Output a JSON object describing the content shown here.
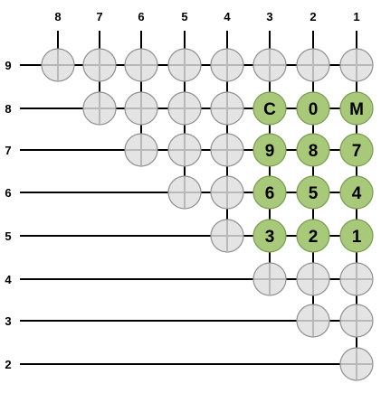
{
  "column_labels": [
    "8",
    "7",
    "6",
    "5",
    "4",
    "3",
    "2",
    "1"
  ],
  "row_labels": [
    "9",
    "8",
    "7",
    "6",
    "5",
    "4",
    "3",
    "2"
  ],
  "colors": {
    "line": "#000000",
    "cross": "#b8b8b8",
    "node_fill": "#e4e4e4",
    "node_stroke": "#8f8f8f",
    "key_fill": "#a9c97a",
    "key_stroke": "#7a9a50"
  },
  "rows": [
    {
      "label": "9",
      "nodes": [
        {
          "col": "8"
        },
        {
          "col": "7"
        },
        {
          "col": "6"
        },
        {
          "col": "5"
        },
        {
          "col": "4"
        },
        {
          "col": "3"
        },
        {
          "col": "2"
        },
        {
          "col": "1"
        }
      ]
    },
    {
      "label": "8",
      "nodes": [
        {
          "col": "7"
        },
        {
          "col": "6"
        },
        {
          "col": "5"
        },
        {
          "col": "4"
        },
        {
          "col": "3",
          "key": "C"
        },
        {
          "col": "2",
          "key": "0"
        },
        {
          "col": "1",
          "key": "M"
        }
      ]
    },
    {
      "label": "7",
      "nodes": [
        {
          "col": "6"
        },
        {
          "col": "5"
        },
        {
          "col": "4"
        },
        {
          "col": "3",
          "key": "9"
        },
        {
          "col": "2",
          "key": "8"
        },
        {
          "col": "1",
          "key": "7"
        }
      ]
    },
    {
      "label": "6",
      "nodes": [
        {
          "col": "5"
        },
        {
          "col": "4"
        },
        {
          "col": "3",
          "key": "6"
        },
        {
          "col": "2",
          "key": "5"
        },
        {
          "col": "1",
          "key": "4"
        }
      ]
    },
    {
      "label": "5",
      "nodes": [
        {
          "col": "4"
        },
        {
          "col": "3",
          "key": "3"
        },
        {
          "col": "2",
          "key": "2"
        },
        {
          "col": "1",
          "key": "1"
        }
      ]
    },
    {
      "label": "4",
      "nodes": [
        {
          "col": "3"
        },
        {
          "col": "2"
        },
        {
          "col": "1"
        }
      ]
    },
    {
      "label": "3",
      "nodes": [
        {
          "col": "2"
        },
        {
          "col": "1"
        }
      ]
    },
    {
      "label": "2",
      "nodes": [
        {
          "col": "1"
        }
      ]
    }
  ]
}
